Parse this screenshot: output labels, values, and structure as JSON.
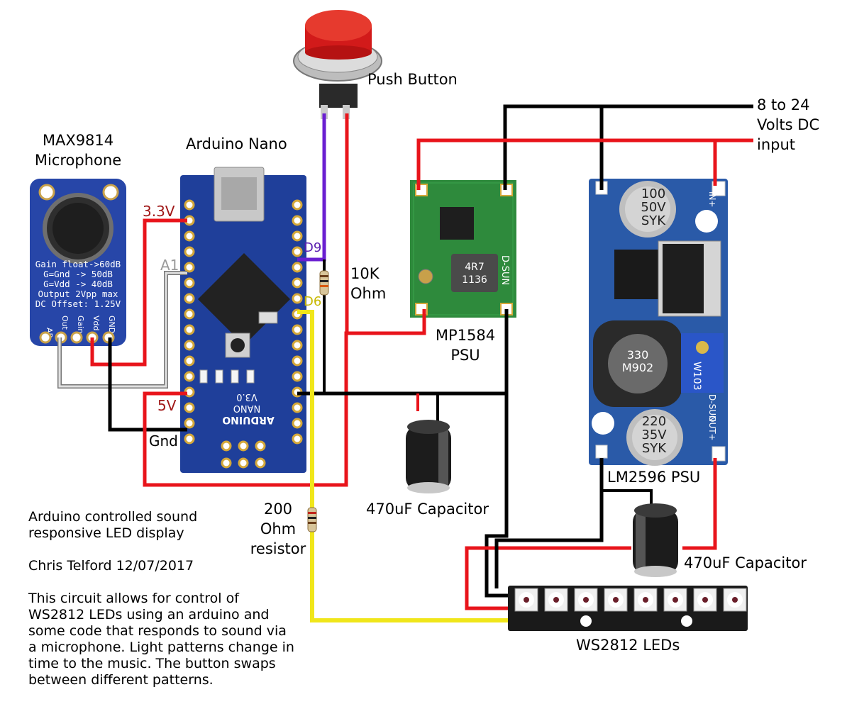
{
  "labels": {
    "push_button": "Push Button",
    "input": [
      "8 to 24",
      "Volts DC",
      "input"
    ],
    "microphone": [
      "MAX9814",
      "Microphone"
    ],
    "arduino": "Arduino Nano",
    "v33": "3.3V",
    "a1": "A1",
    "d9": "D9",
    "d6": "D6",
    "v5": "5V",
    "gnd": "Gnd",
    "r10k": [
      "10K",
      "Ohm"
    ],
    "mp1584": [
      "MP1584",
      "PSU"
    ],
    "lm2596": "LM2596 PSU",
    "cap1": "470uF Capacitor",
    "cap2": "470uF Capacitor",
    "r200": [
      "200",
      "Ohm",
      "resistor"
    ],
    "leds": "WS2812 LEDs"
  },
  "description": {
    "title_lines": [
      "Arduino controlled sound",
      "responsive LED display"
    ],
    "author": "Chris Telford 12/07/2017",
    "body": "This circuit allows for control of WS2812 LEDs using an arduino and some code that responds to sound via a microphone. Light patterns change in time to the music. The button swaps between different patterns."
  },
  "board_text": {
    "mic_gain": "Gain  float->60dB",
    "mic_gnd": "G=Gnd -> 50dB",
    "mic_vdd": "G=Vdd -> 40dB",
    "mic_out": "Output 2Vpp max",
    "mic_dc": "DC  Offset: 1.25V",
    "mic_pins": [
      "AR",
      "Out",
      "Gain",
      "Vdd",
      "GND"
    ],
    "nano_name": "ARDUINO",
    "nano_sub": "NANO",
    "nano_ver": "V3.0",
    "mp_mark": "4R7\n1136",
    "lm_cap_top": [
      "100",
      "50V",
      "SYK"
    ],
    "lm_cap_bot": [
      "220",
      "35V",
      "SYK"
    ],
    "lm_inductor": [
      "330",
      "M902"
    ],
    "lm_in": "IN+",
    "lm_out": "OUT+",
    "lm_dsun": "D-SUN",
    "mp_dsun": "D-SUN",
    "pot": "W103"
  },
  "colors": {
    "red_wire": "#e8141b",
    "black_wire": "#000000",
    "purple_wire": "#6a1fd1",
    "yellow_wire": "#f0e61a",
    "grey_wire": "#b0b0b0",
    "board_blue": "#1f3f9a",
    "mp_green": "#2e8a3c",
    "lm_blue": "#2a5aa8"
  }
}
